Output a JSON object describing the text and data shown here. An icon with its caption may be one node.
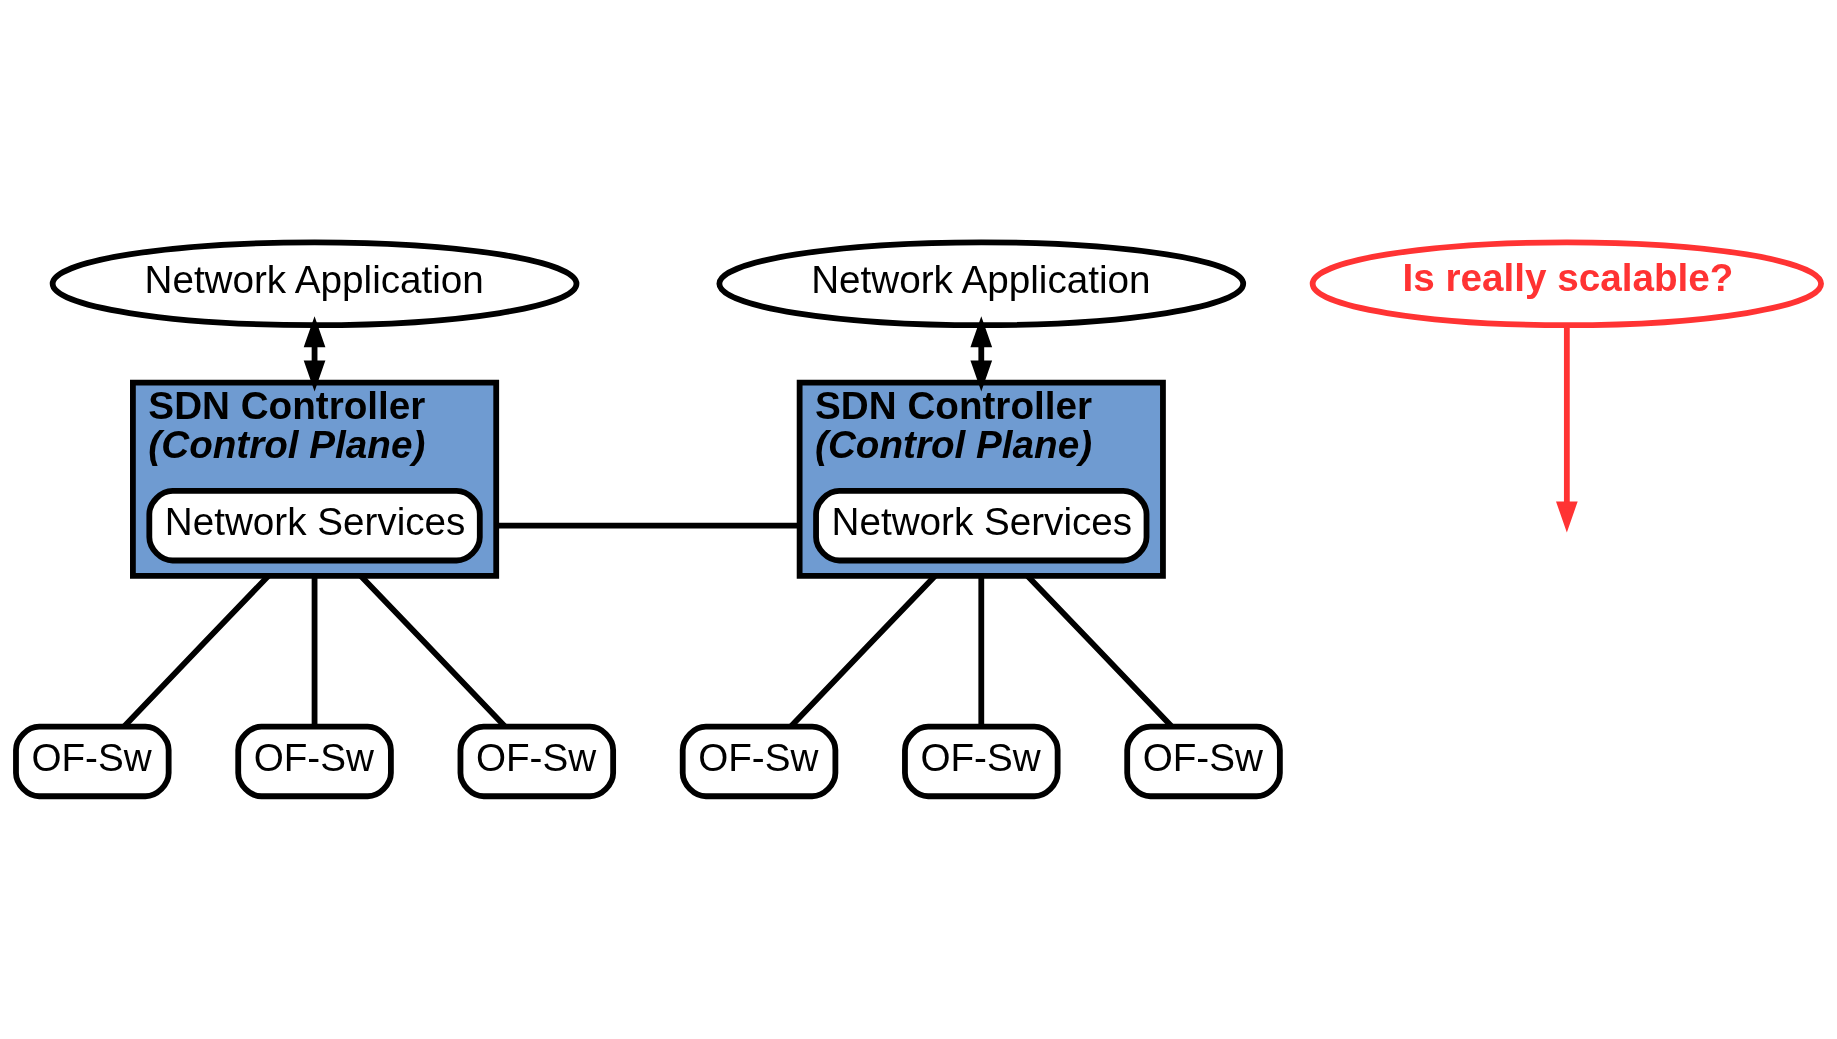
{
  "diagram": {
    "nodes": [
      {
        "text": [
          "Network Application"
        ]
      },
      {
        "text": [
          "Network Application"
        ]
      },
      {
        "text": [
          "SDN Controller",
          "(Control Plane)"
        ]
      },
      {
        "text": [
          "Network Services"
        ],
        "in": 2
      },
      {
        "text": [
          "SDN Controller",
          "(Control Plane)"
        ]
      },
      {
        "text": [
          "Network Services"
        ],
        "in": 4
      },
      {
        "text": [
          "OF-Sw"
        ]
      },
      {
        "text": [
          "OF-Sw"
        ]
      },
      {
        "text": [
          "OF-Sw"
        ]
      },
      {
        "text": [
          "OF-Sw"
        ]
      },
      {
        "text": [
          "OF-Sw"
        ]
      },
      {
        "text": [
          "OF-Sw"
        ]
      },
      {
        "text": [
          "Is really scalable?"
        ]
      }
    ],
    "edges": [
      {
        "from": 0,
        "to": 2,
        "arrow": "both"
      },
      {
        "from": 1,
        "to": 4,
        "arrow": "both"
      },
      {
        "from": 2,
        "to": 4,
        "arrow": "none"
      },
      {
        "from": 2,
        "to": 6,
        "arrow": "none"
      },
      {
        "from": 2,
        "to": 7,
        "arrow": "none"
      },
      {
        "from": 2,
        "to": 8,
        "arrow": "none"
      },
      {
        "from": 4,
        "to": 9,
        "arrow": "none"
      },
      {
        "from": 4,
        "to": 10,
        "arrow": "none"
      },
      {
        "from": 4,
        "to": 11,
        "arrow": "none"
      },
      {
        "from": 12,
        "to": null,
        "arrow": "to",
        "color": "#ff3333"
      }
    ]
  }
}
